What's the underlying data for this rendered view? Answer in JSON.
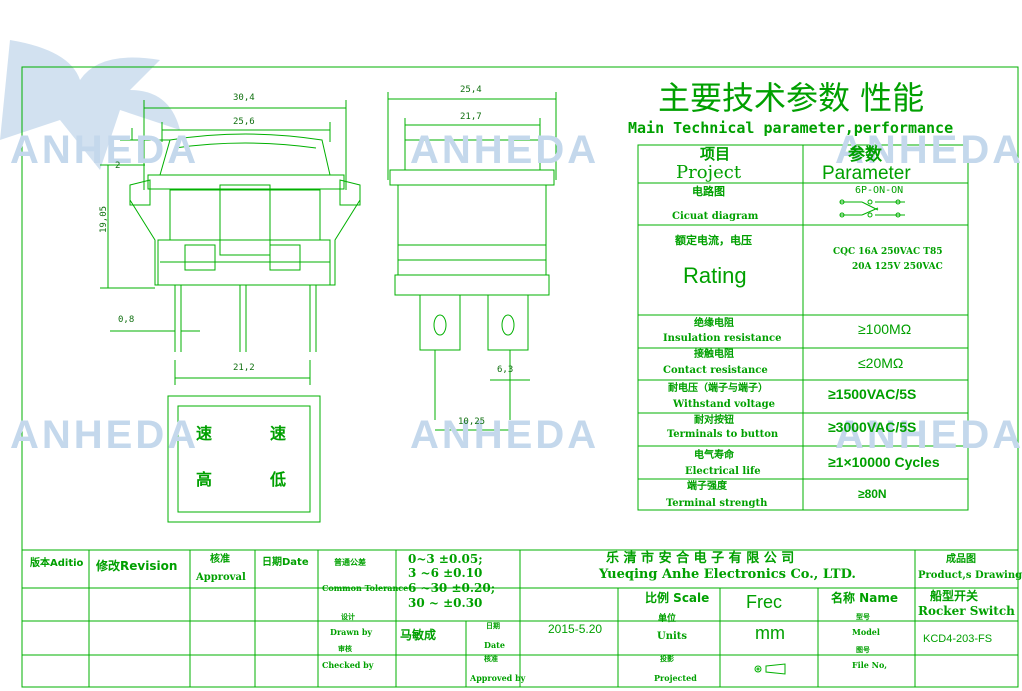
{
  "watermark": {
    "brand": "ANHEDA"
  },
  "colors": {
    "line": "#00b000",
    "text": "#00a000",
    "watermark": "#c4d8ec"
  },
  "front_view": {
    "dims": {
      "width_outer": "30,4",
      "width_cap": "25,6",
      "height": "19,05",
      "cap_offset": "2",
      "pin": "0,8",
      "pin_span": "21,2"
    }
  },
  "side_view": {
    "dims": {
      "width_outer": "25,4",
      "width_body": "21,7",
      "terminal_width": "6,3",
      "terminal_span": "10,25"
    }
  },
  "bottom_view": {
    "marks": [
      "速",
      "速",
      "高",
      "低"
    ]
  },
  "params": {
    "title_cn": "主要技术参数 性能",
    "title_en": "Main Technical parameter,performance",
    "header": {
      "project_cn": "项目",
      "project_en": "Project",
      "param_cn": "参数",
      "param_en": "Parameter"
    },
    "rows": [
      {
        "cn": "电路图",
        "en": "Cicuat diagram",
        "value": "6P-ON-ON"
      },
      {
        "cn": "额定电流，电压",
        "en": "Rating",
        "value": "CQC 16A 250VAC T85",
        "value2": "20A 125V 250VAC"
      },
      {
        "cn": "绝缘电阻",
        "en": "Insulation resistance",
        "value": "≥100MΩ"
      },
      {
        "cn": "接触电阻",
        "en": "Contact resistance",
        "value": "≤20MΩ"
      },
      {
        "cn": "耐电压（端子与端子）",
        "en": "Withstand voltage",
        "value": "≥1500VAC/5S"
      },
      {
        "cn": "耐对按钮",
        "en": "Terminals to button",
        "value": "≥3000VAC/5S"
      },
      {
        "cn": "电气寿命",
        "en": "Electrical life",
        "value": "≥1×10000  Cycles"
      },
      {
        "cn": "端子强度",
        "en": "Terminal strength",
        "value": "≥80N"
      }
    ]
  },
  "title_block": {
    "version": "版本Aditio",
    "revision": "修改Revision",
    "approval_cn": "核准",
    "approval_en": "Approval",
    "date_label": "日期Date",
    "tolerance_cn": "普通公差",
    "tolerance_en": "Common Tolerance",
    "tolerances": [
      "0~3 ±0.05;",
      "3 ~6 ±0.10",
      "6 ~30 ±0.20;",
      "30 ~  ±0.30"
    ],
    "company_cn": "乐 清 市 安 合 电 子 有 限 公 司",
    "company_en": "Yueqing Anhe Electronics Co., LTD.",
    "drawing_cn": "成品图",
    "drawing_en": "Product,s Drawing",
    "scale_label": "比例 Scale",
    "scale_value": "Frec",
    "name_label": "名称 Name",
    "name_cn": "船型开关",
    "name_en": "Rocker Switch",
    "design_cn": "设计",
    "drawn_en": "Drawn by",
    "designer": "马敏成",
    "review_cn": "审核",
    "checked_en": "Checked by",
    "date_cn": "日期",
    "date_en": "Date",
    "date_value": "2015-5.20",
    "units_cn": "单位",
    "units_en": "Units",
    "units_value": "mm",
    "model_cn": "型号",
    "model_en": "Model",
    "model_value": "KCD4-203-FS",
    "approved_cn": "核准",
    "approved_en": "Approved by",
    "projection_cn": "投影",
    "projection_en": "Projected",
    "drawing_no_cn": "图号",
    "file_no_en": "File No,"
  }
}
